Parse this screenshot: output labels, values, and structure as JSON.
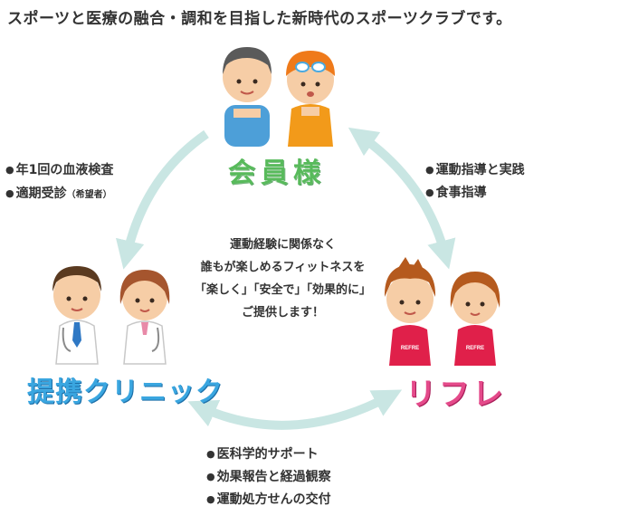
{
  "headline": "スポーツと医療の融合・調和を目指した新時代のスポーツクラブです。",
  "groups": {
    "members": {
      "label": "会員様"
    },
    "clinic": {
      "label": "提携クリニック"
    },
    "rifure": {
      "label": "リフレ",
      "badge": "REFRE"
    }
  },
  "clinic_services": [
    {
      "text": "年1回の血液検査",
      "note": ""
    },
    {
      "text": "適期受診",
      "note": "（希望者）"
    }
  ],
  "rifure_services": [
    {
      "text": "運動指導と実践"
    },
    {
      "text": "食事指導"
    }
  ],
  "clinic_support": [
    {
      "text": "医科学的サポート"
    },
    {
      "text": "効果報告と経過観察"
    },
    {
      "text": "運動処方せんの交付"
    }
  ],
  "center_message": [
    "運動経験に関係なく",
    "誰もが楽しめるフィットネスを",
    "「楽しく」「安全で」「効果的に」",
    "ご提供します！"
  ],
  "colors": {
    "arrow": "#c9e6e3",
    "members_text": "#58ba5b",
    "clinic_text": "#3aa6e0",
    "rifure_text": "#e44a8a",
    "rifure_shirt": "#e0204a"
  }
}
